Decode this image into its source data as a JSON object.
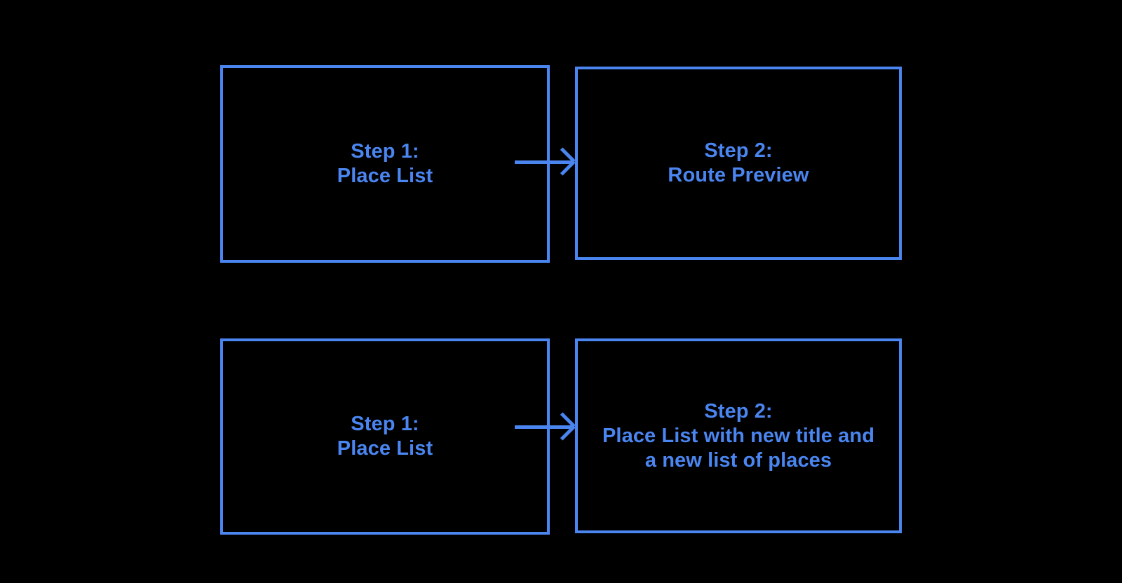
{
  "diagram": {
    "background_color": "#000000",
    "accent_color": "#4a85f0",
    "rows": [
      {
        "name": "route-preview-flow",
        "from": {
          "title": "Step 1:",
          "subtitle": "Place List",
          "full_text": "Step 1:\nPlace List"
        },
        "connector": {
          "icon": "arrow-right-icon",
          "direction": "right"
        },
        "to": {
          "title": "Step 2:",
          "subtitle": "Route Preview",
          "full_text": "Step 2:\nRoute Preview"
        }
      },
      {
        "name": "new-place-list-flow",
        "from": {
          "title": "Step 1:",
          "subtitle": "Place List",
          "full_text": "Step 1:\nPlace List"
        },
        "connector": {
          "icon": "arrow-right-icon",
          "direction": "right"
        },
        "to": {
          "title": "Step 2:",
          "subtitle": "Place List with new title and a new list of places",
          "full_text": "Step 2:\nPlace List with new title and\na new list of places"
        }
      }
    ]
  }
}
